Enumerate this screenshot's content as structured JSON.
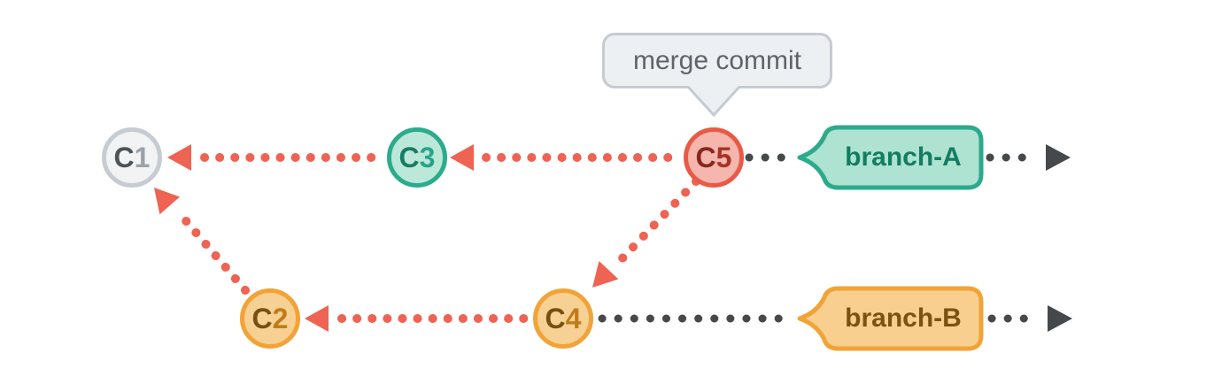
{
  "tooltip": {
    "text": "merge commit"
  },
  "commits": [
    {
      "id": "C1",
      "prefix": "C",
      "digit": "1",
      "color": "gray"
    },
    {
      "id": "C2",
      "prefix": "C",
      "digit": "2",
      "color": "orange"
    },
    {
      "id": "C3",
      "prefix": "C",
      "digit": "3",
      "color": "teal"
    },
    {
      "id": "C4",
      "prefix": "C",
      "digit": "4",
      "color": "orange"
    },
    {
      "id": "C5",
      "prefix": "C",
      "digit": "5",
      "color": "red"
    }
  ],
  "branches": [
    {
      "label": "branch-A",
      "color": "teal",
      "tip_commit": "C5"
    },
    {
      "label": "branch-B",
      "color": "orange",
      "tip_commit": "C4"
    }
  ],
  "edges": [
    {
      "from": "C3",
      "to": "C1",
      "style": "dotted-red"
    },
    {
      "from": "C5",
      "to": "C3",
      "style": "dotted-red"
    },
    {
      "from": "C5",
      "to": "C4",
      "style": "dotted-red"
    },
    {
      "from": "C4",
      "to": "C2",
      "style": "dotted-red"
    },
    {
      "from": "C2",
      "to": "C1",
      "style": "dotted-red"
    }
  ],
  "colors": {
    "red_accent": "#ee6352",
    "dark_line": "#46494b",
    "teal_border": "#2bac8c",
    "orange_border": "#f2a338",
    "gray_border": "#c7ccd2",
    "bubble_bg": "#edf0f2",
    "bubble_border": "#c5cbd1"
  }
}
